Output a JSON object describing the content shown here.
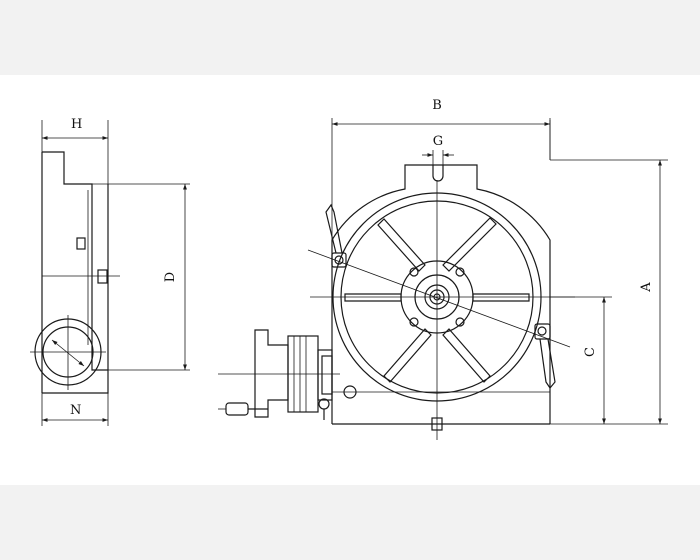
{
  "diagram": {
    "labels": {
      "a": "A",
      "b": "B",
      "c": "C",
      "d": "D",
      "g": "G",
      "h": "H",
      "n": "N"
    },
    "colors": {
      "background": "#f2f2f2",
      "paper": "#ffffff",
      "ink": "#1a1a1a"
    }
  }
}
